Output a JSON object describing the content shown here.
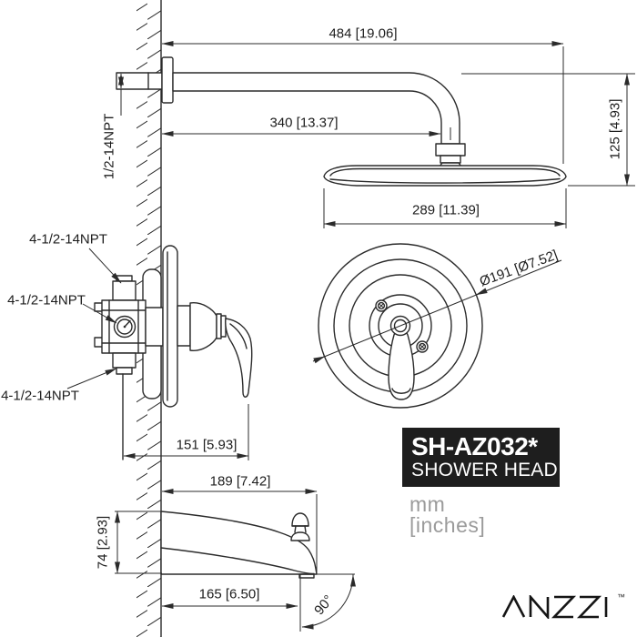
{
  "drawing": {
    "labels": {
      "wall_supply": "1/2-14NPT",
      "valve_port_top": "4-1/2-14NPT",
      "valve_port_mid": "4-1/2-14NPT",
      "valve_port_bottom": "4-1/2-14NPT"
    },
    "dimensions": {
      "arm_reach": "484 [19.06]",
      "arm_to_head_center": "340 [13.37]",
      "head_drop": "125 [4.93]",
      "head_width": "289 [11.39]",
      "valve_to_handle": "151 [5.93]",
      "trim_diameter": "Ø191 [Ø7.52]",
      "spout_reach": "189 [7.42]",
      "spout_height": "74 [2.93]",
      "spout_base": "165 [6.50]",
      "outlet_angle": "90°"
    },
    "title_block": {
      "model": "SH-AZ032*",
      "product": "SHOWER HEAD"
    },
    "units": {
      "primary": "mm",
      "secondary": "[inches]"
    },
    "brand": {
      "name": "ANZZI",
      "trademark": "™"
    }
  },
  "colors": {
    "line": "#2b2b2b",
    "text": "#1d1d1d",
    "title_bg": "#1e1e1e",
    "title_fg": "#ffffff",
    "units_fg": "#9b9b9b",
    "background": "#ffffff"
  }
}
